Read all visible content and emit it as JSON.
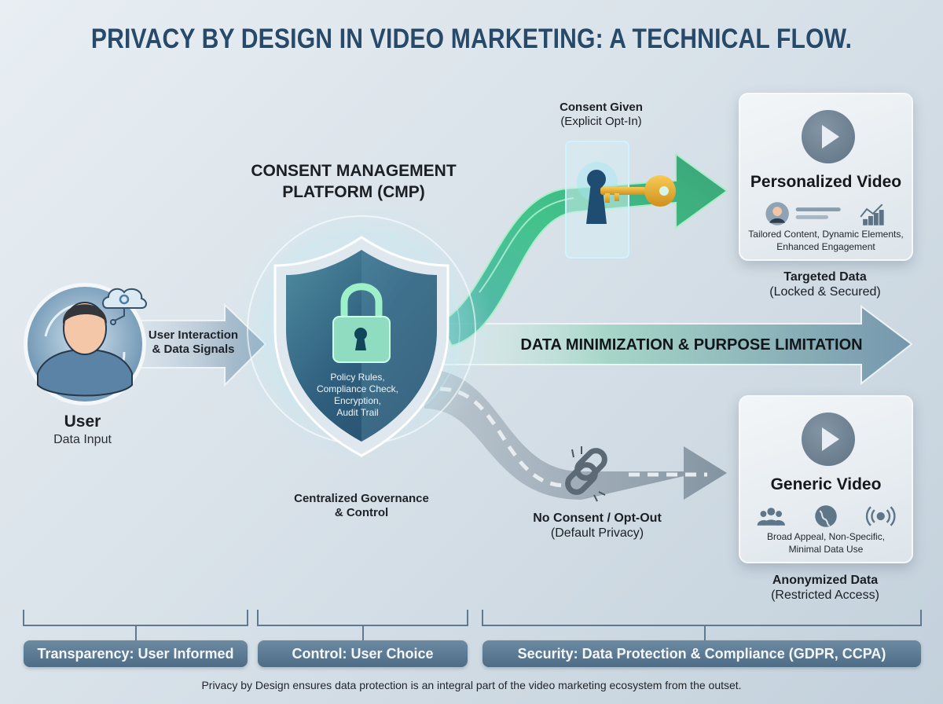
{
  "title": "PRIVACY BY DESIGN IN VIDEO MARKETING: A TECHNICAL FLOW.",
  "user": {
    "name": "User",
    "subtitle": "Data Input",
    "icons": [
      "user-avatar-icon",
      "cloud-gear-icon"
    ]
  },
  "input_arrow": {
    "line1": "User Interaction",
    "line2": "& Data Signals"
  },
  "cmp": {
    "title_line1": "CONSENT MANAGEMENT",
    "title_line2": "PLATFORM (CMP)",
    "shield_lines": [
      "Policy Rules,",
      "Compliance Check,",
      "Encryption,",
      "Audit Trail"
    ],
    "governance_line1": "Centralized Governance",
    "governance_line2": "& Control",
    "icons": [
      "shield-icon",
      "padlock-icon"
    ]
  },
  "consent_path": {
    "title": "Consent Given",
    "subtitle": "(Explicit Opt-In)",
    "icons": [
      "keyhole-icon",
      "key-icon"
    ],
    "color": "#3fbf7f"
  },
  "no_consent_path": {
    "title": "No Consent / Opt-Out",
    "subtitle": "(Default Privacy)",
    "icons": [
      "broken-chain-icon"
    ],
    "color": "#8a9aa8"
  },
  "minimization_arrow": {
    "label": "DATA MINIMIZATION & PURPOSE LIMITATION"
  },
  "personalized_card": {
    "title": "Personalized Video",
    "desc_line1": "Tailored Content, Dynamic Elements,",
    "desc_line2": "Enhanced Engagement",
    "caption_title": "Targeted Data",
    "caption_sub": "(Locked & Secured)",
    "icons": [
      "play-icon",
      "profile-icon",
      "text-lines-icon",
      "growth-chart-icon"
    ]
  },
  "generic_card": {
    "title": "Generic Video",
    "desc_line1": "Broad Appeal, Non-Specific,",
    "desc_line2": "Minimal Data Use",
    "caption_title": "Anonymized Data",
    "caption_sub": "(Restricted Access)",
    "icons": [
      "play-icon",
      "group-icon",
      "globe-icon",
      "broadcast-icon"
    ]
  },
  "pillars": [
    {
      "label": "Transparency: User Informed"
    },
    {
      "label": "Control: User Choice"
    },
    {
      "label": "Security: Data Protection & Compliance (GDPR, CCPA)"
    }
  ],
  "footer": "Privacy by Design ensures data protection is an integral part of the video marketing ecosystem from the outset.",
  "colors": {
    "title": "#284a6a",
    "pill": "#5a7890",
    "shield": "#2f5f7e",
    "green_path": "#3fbf7f",
    "gray_path": "#8a9aa8",
    "key_gold": "#e0a52a"
  }
}
